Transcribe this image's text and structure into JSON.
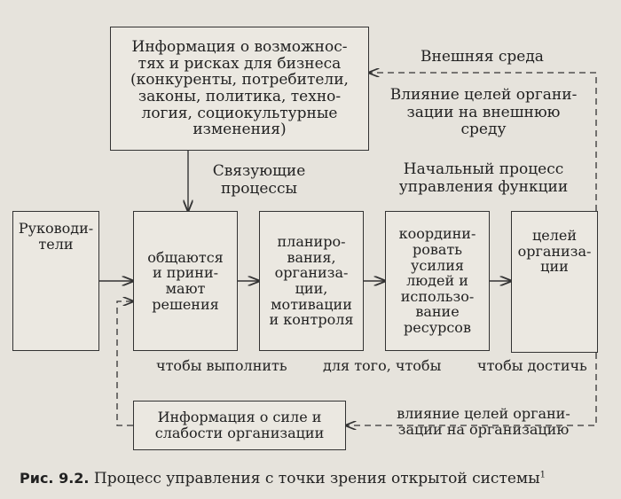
{
  "top_box": "Информация о возможнос-\nтях и рисках для бизнеса\n(конкуренты, потребители,\nзаконы, политика, техно-\nлогия, социокультурные\nизменения)",
  "external_env": "Внешняя среда",
  "influence_env": "Влияние целей органи-\nзации на внешнюю\nсреду",
  "linking": "Связующие\nпроцессы",
  "initial": "Начальный процесс\nуправления функции",
  "boxes": {
    "managers": "Руководи-\nтели",
    "communicate": "общаются\nи прини-\nмают\nрешения",
    "planning": "планиро-\nвания,\nорганиза-\nции,\nмотивации\nи контроля",
    "coordinate": "координи-\nровать\nусилия\nлюдей и\nиспользо-\nвание\nресурсов",
    "goals": "целей\nорганиза-\nции"
  },
  "under": {
    "to_perform": "чтобы выполнить",
    "in_order": "для того, чтобы",
    "to_achieve": "чтобы достичь"
  },
  "bottom_box": "Информация о силе и\nслабости организации",
  "influence_org": "влияние целей органи-\nзации на организацию",
  "caption": {
    "label": "Рис. 9.2.",
    "text": "Процесс управления с точки зрения открытой системы",
    "note": "1"
  }
}
